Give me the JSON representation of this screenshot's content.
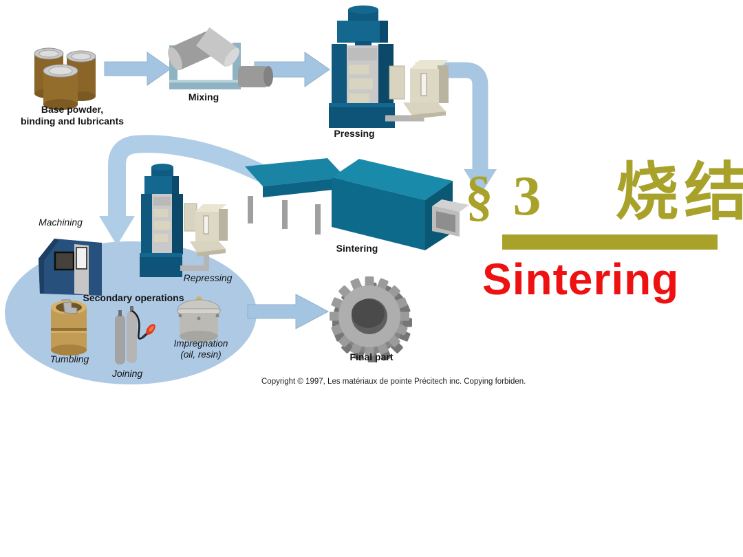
{
  "title": {
    "section_mark": "§ 3",
    "chinese": "烧结",
    "english": "Sintering",
    "accent_color": "#a8a22a",
    "english_color": "#ee1111"
  },
  "diagram": {
    "labels": {
      "base_powder": "Base powder,\nbinding and lubricants",
      "mixing": "Mixing",
      "pressing": "Pressing",
      "sintering": "Sintering",
      "machining": "Machining",
      "repressing": "Repressing",
      "secondary_operations": "Secondary operations",
      "tumbling": "Tumbling",
      "joining": "Joining",
      "impregnation": "Impregnation\n(oil, resin)",
      "final_part": "Final part"
    },
    "flow_order": [
      "Base powder, binding and lubricants",
      "Mixing",
      "Pressing",
      "Sintering",
      "Secondary operations (Machining, Repressing, Tumbling, Joining, Impregnation)",
      "Final part"
    ],
    "icons": [
      "powder-barrels-icon",
      "mixer-icon",
      "press-icon",
      "flow-arrow",
      "sintering-furnace-icon",
      "repress-icon",
      "machining-icon",
      "tumbling-barrel-icon",
      "joining-torch-icon",
      "impregnation-vessel-icon",
      "gear-icon"
    ],
    "colors": {
      "arrow_blue": "#a6c6e2",
      "ellipse_blue": "#adc9e4",
      "machine_teal_dark": "#0e6a8b",
      "machine_teal_light": "#1a8aab",
      "press_navy": "#14678e",
      "machining_navy": "#27517c",
      "barrel_brown": "#8a6527",
      "tumbler_gold": "#c29b55",
      "panel_beige": "#d9d4c0",
      "metal_gray": "#ababab"
    }
  },
  "footer": {
    "copyright": "Copyright © 1997, Les matériaux de pointe Précitech inc. Copying forbiden."
  }
}
